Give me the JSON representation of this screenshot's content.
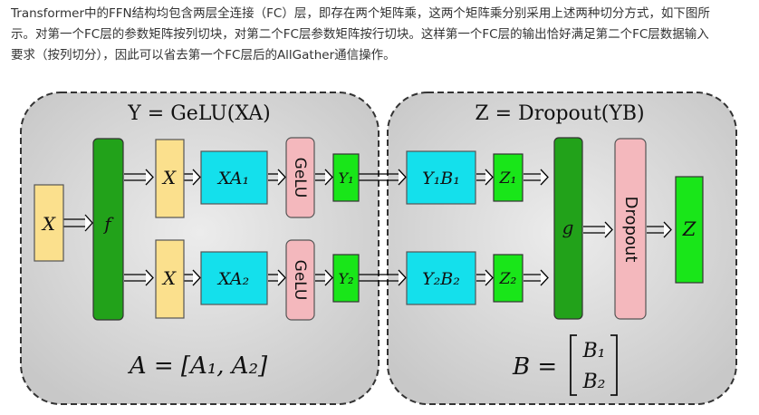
{
  "paragraph": {
    "line1": "Transformer中的FFN结构均包含两层全连接（FC）层，即存在两个矩阵乘，这两个矩阵乘分别采用上述两种切分方式，如下图所",
    "line2": "示。对第一个FC层的参数矩阵按列切块，对第二个FC层参数矩阵按行切块。这样第一个FC层的输出恰好满足第二个FC层数据输入",
    "line3": "要求（按列切分），因此可以省去第一个FC层后的AllGather通信操作。"
  },
  "diagram": {
    "left_panel_title": "Y = GeLU(XA)",
    "right_panel_title": "Z = Dropout(YB)",
    "input_x": "X",
    "f_label": "f",
    "x_top": "X",
    "x_bottom": "X",
    "xa1": "XA₁",
    "xa2": "XA₂",
    "gelu_top": "GeLU",
    "gelu_bottom": "GeLU",
    "y1": "Y₁",
    "y2": "Y₂",
    "y1b1": "Y₁B₁",
    "y2b2": "Y₂B₂",
    "z1": "Z₁",
    "z2": "Z₂",
    "g_label": "g",
    "dropout_label": "Dropout",
    "z_out": "Z",
    "a_eq": "A = [A₁, A₂]",
    "b_eq": "B =",
    "b1": "B₁",
    "b2": "B₂"
  },
  "colors": {
    "yellow": "#fbe08d",
    "dark_green": "#22a21a",
    "cyan": "#14e0ec",
    "pink": "#f4b8bd",
    "bright_green": "#19e619",
    "panel_gray": "#cfcfcf"
  }
}
